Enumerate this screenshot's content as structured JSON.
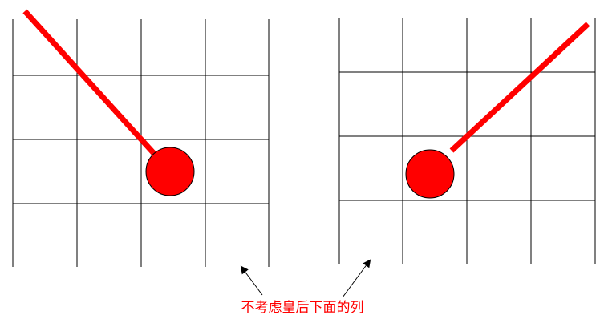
{
  "caption": "不考虑皇后下面的列",
  "colors": {
    "grid": "#000000",
    "queen_fill": "#ff0000",
    "queen_stroke": "#000000",
    "diagonal": "#ff0000",
    "caption": "#ff0000",
    "arrow": "#000000"
  },
  "boards": [
    {
      "name": "left-board",
      "columns": 4,
      "rows": 4,
      "queen": {
        "row": 2,
        "col": 2
      },
      "diagonal_direction": "up-left"
    },
    {
      "name": "right-board",
      "columns": 4,
      "rows": 4,
      "queen": {
        "row": 2,
        "col": 1
      },
      "diagonal_direction": "up-right"
    }
  ]
}
